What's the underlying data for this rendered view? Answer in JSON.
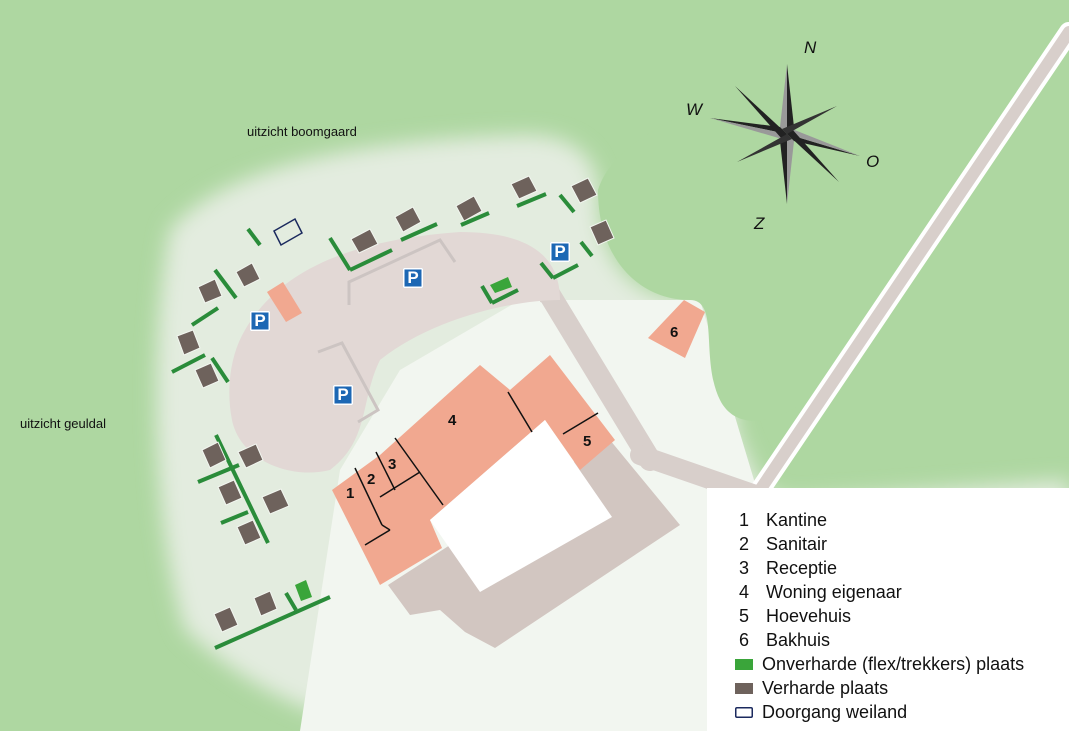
{
  "labels": {
    "view_orchard": "uitzicht boomgaard",
    "view_valley": "uitzicht geuldal"
  },
  "compass": {
    "n": "N",
    "w": "W",
    "o": "O",
    "z": "Z"
  },
  "parking_sign": "P",
  "buildings": [
    {
      "id": "1",
      "label": "1"
    },
    {
      "id": "2",
      "label": "2"
    },
    {
      "id": "3",
      "label": "3"
    },
    {
      "id": "4",
      "label": "4"
    },
    {
      "id": "5",
      "label": "5"
    },
    {
      "id": "6",
      "label": "6"
    }
  ],
  "legend": {
    "items": [
      {
        "num": "1",
        "text": "Kantine"
      },
      {
        "num": "2",
        "text": "Sanitair"
      },
      {
        "num": "3",
        "text": "Receptie"
      },
      {
        "num": "4",
        "text": "Woning eigenaar"
      },
      {
        "num": "5",
        "text": "Hoevehuis"
      },
      {
        "num": "6",
        "text": "Bakhuis"
      }
    ],
    "symbols": [
      {
        "kind": "unpaved",
        "text": "Onverharde (flex/trekkers) plaats",
        "color": "#3aa53a"
      },
      {
        "kind": "paved",
        "text": "Verharde plaats",
        "color": "#6e625c"
      },
      {
        "kind": "passage",
        "text": "Doorgang weiland",
        "color": "#1b2a5e"
      }
    ]
  },
  "colors": {
    "grass": "#aed7a1",
    "terrain": "#e3ecdf",
    "road": "#dcd5d3",
    "building": "#f1a890",
    "building_shadow": "#d2c6c1",
    "pitch_paved": "#6e625c",
    "pitch_unpaved": "#3aa53a",
    "hedge": "#2a8c3a",
    "parking": "#1c67b4"
  }
}
